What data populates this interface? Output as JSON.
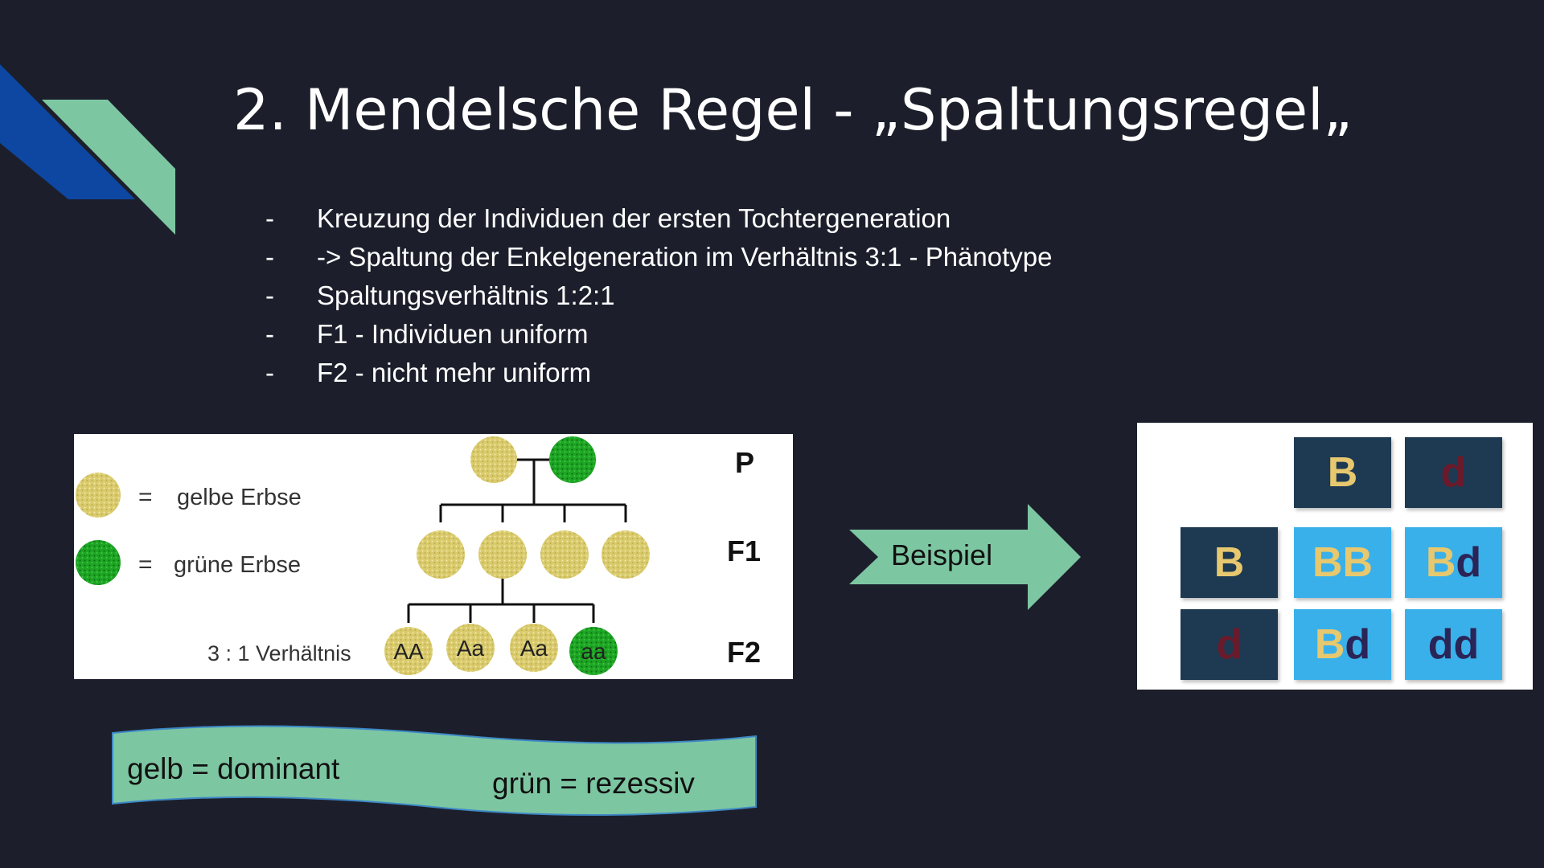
{
  "slide": {
    "title": "2. Mendelsche Regel - „Spaltungsregel„",
    "bullet_marker": "-",
    "bullets": [
      "Kreuzung der Individuen der ersten Tochtergeneration",
      "-> Spaltung der Enkelgeneration im Verhältnis 3:1 - Phänotype",
      "Spaltungsverhältnis 1:2:1",
      "F1 - Individuen uniform",
      "F2 - nicht mehr uniform"
    ],
    "colors": {
      "background": "#1c1f2b",
      "accent_blue": "#0d47a1",
      "accent_green": "#7dc6a2"
    }
  },
  "pea_diagram": {
    "legend": [
      {
        "color": "yellow",
        "text": "gelbe Erbse"
      },
      {
        "color": "green",
        "text": "grüne Erbse"
      }
    ],
    "equals": "=",
    "ratio_label": "3 : 1 Verhältnis",
    "generations": {
      "p": "P",
      "f1": "F1",
      "f2": "F2"
    },
    "f2_labels": [
      "AA",
      "Aa",
      "Aa",
      "aa"
    ],
    "pea_colors": {
      "yellow": "#d8c86a",
      "green": "#1ea524"
    }
  },
  "arrow": {
    "label": "Beispiel",
    "color": "#7dc6a2"
  },
  "punnett": {
    "header_cols": [
      "B",
      "d"
    ],
    "header_rows": [
      "B",
      "d"
    ],
    "cells": [
      [
        "BB",
        "Bd"
      ],
      [
        "Bd",
        "dd"
      ]
    ],
    "colors": {
      "dominant": "#e7c86e",
      "recessive": "#6b1a2b",
      "recessive_in_light_cell": "#2b2456",
      "header_bg": "#1e3a52",
      "cell_bg": "#3ab0ea"
    }
  },
  "banner": {
    "left_text": "gelb = dominant",
    "right_text": "grün = rezessiv",
    "color": "#7dc6a2"
  }
}
